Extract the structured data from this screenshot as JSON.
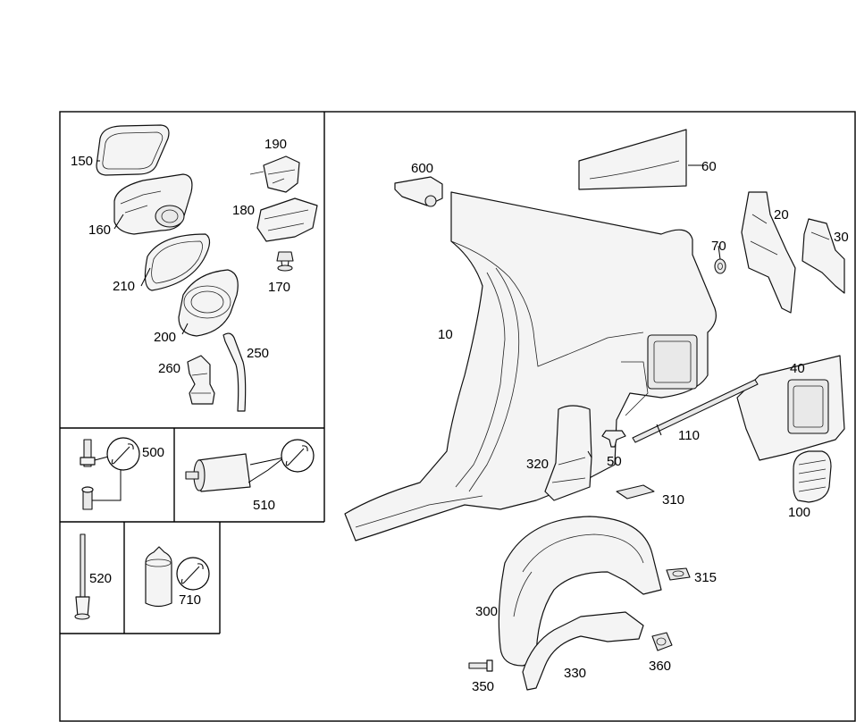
{
  "callouts": {
    "c10": "10",
    "c20": "20",
    "c30": "30",
    "c40": "40",
    "c50": "50",
    "c60": "60",
    "c70": "70",
    "c100": "100",
    "c110": "110",
    "c150": "150",
    "c160": "160",
    "c170": "170",
    "c180": "180",
    "c190": "190",
    "c200": "200",
    "c210": "210",
    "c250": "250",
    "c260": "260",
    "c300": "300",
    "c310": "310",
    "c315": "315",
    "c320": "320",
    "c330": "330",
    "c350": "350",
    "c360": "360",
    "c500": "500",
    "c510": "510",
    "c520": "520",
    "c600": "600",
    "c710": "710"
  },
  "icons": [
    "wrench-icon"
  ]
}
